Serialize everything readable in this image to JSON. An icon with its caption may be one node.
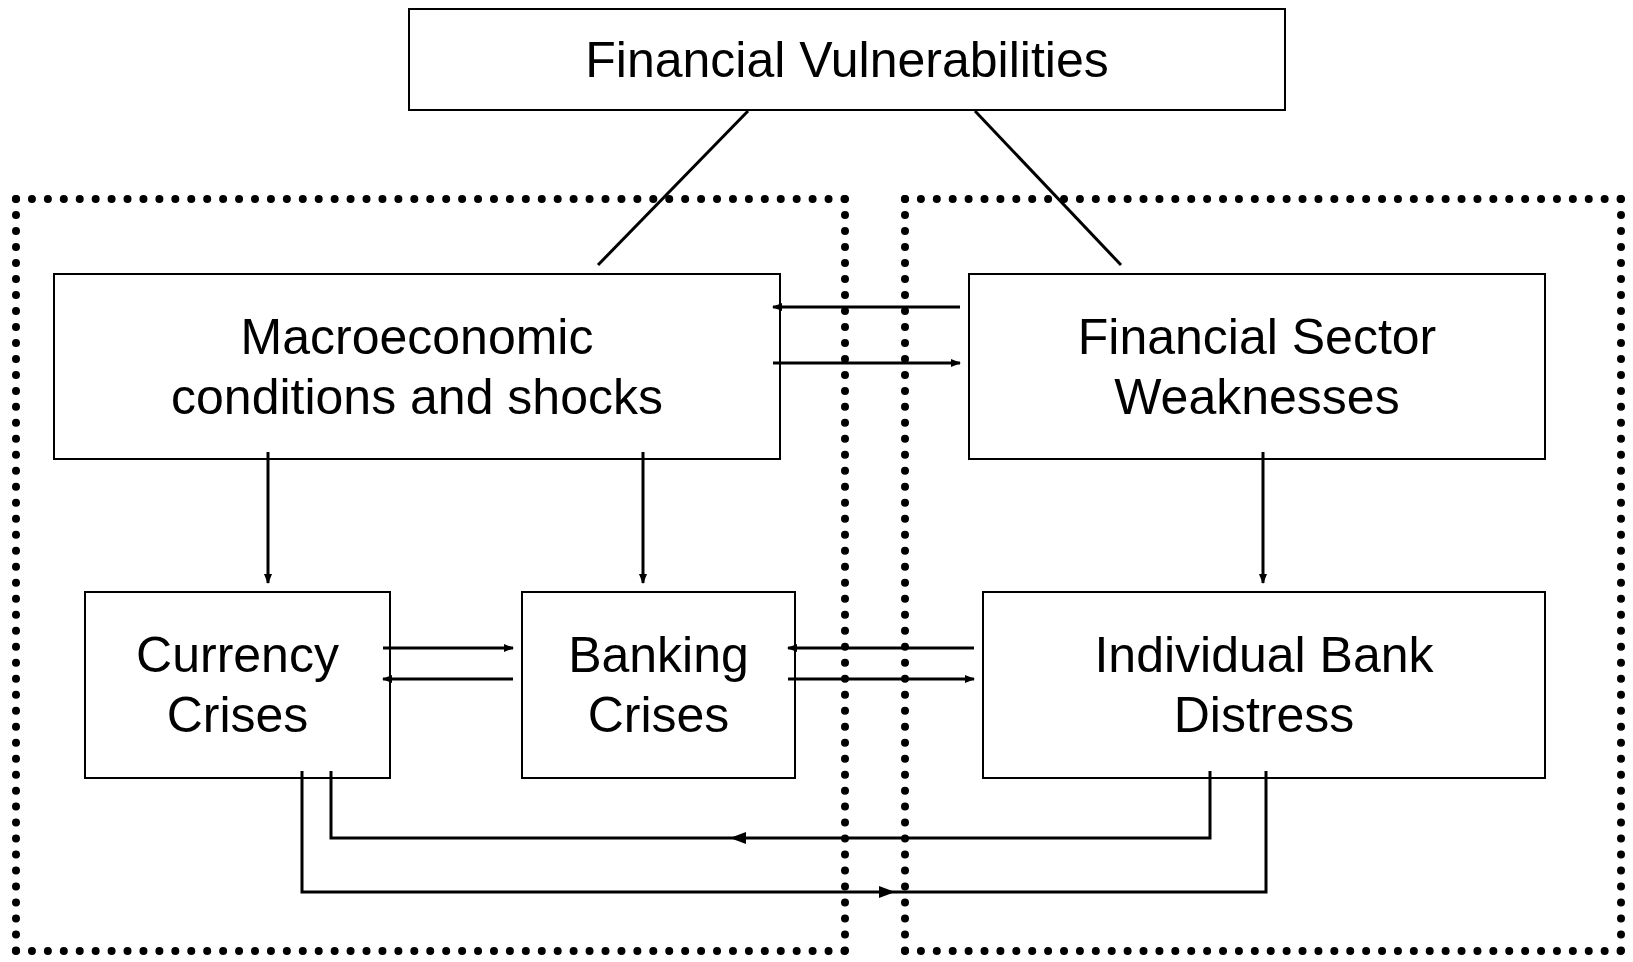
{
  "diagram": {
    "nodes": [
      {
        "text": [
          "Financial Vulnerabilities"
        ]
      },
      {
        "text": [],
        "shape": "box"
      },
      {
        "text": [],
        "shape": "box"
      },
      {
        "text": [
          "Macroeconomic conditions and shocks"
        ],
        "in": 1
      },
      {
        "text": [
          "Financial Sector Weaknesses"
        ],
        "in": 2
      },
      {
        "text": [
          "Currency Crises"
        ],
        "in": 1
      },
      {
        "text": [
          "Banking Crises"
        ],
        "in": 1
      },
      {
        "text": [
          "Individual Bank Distress"
        ],
        "in": 2
      }
    ],
    "edges": [
      {
        "from": 0,
        "to": 3,
        "arrow": "none"
      },
      {
        "from": 0,
        "to": 4,
        "arrow": "none"
      },
      {
        "from": 4,
        "to": 3,
        "arrow": "to"
      },
      {
        "from": 3,
        "to": 4,
        "arrow": "to"
      },
      {
        "from": 3,
        "to": 5,
        "arrow": "to"
      },
      {
        "from": 3,
        "to": 6,
        "arrow": "to"
      },
      {
        "from": 4,
        "to": 7,
        "arrow": "to"
      },
      {
        "from": 5,
        "to": 6,
        "arrow": "to"
      },
      {
        "from": 6,
        "to": 5,
        "arrow": "to"
      },
      {
        "from": 7,
        "to": 6,
        "arrow": "to"
      },
      {
        "from": 6,
        "to": 7,
        "arrow": "to"
      },
      {
        "from": 7,
        "to": 5,
        "arrow": "to"
      },
      {
        "from": 5,
        "to": 7,
        "arrow": "to"
      }
    ]
  }
}
